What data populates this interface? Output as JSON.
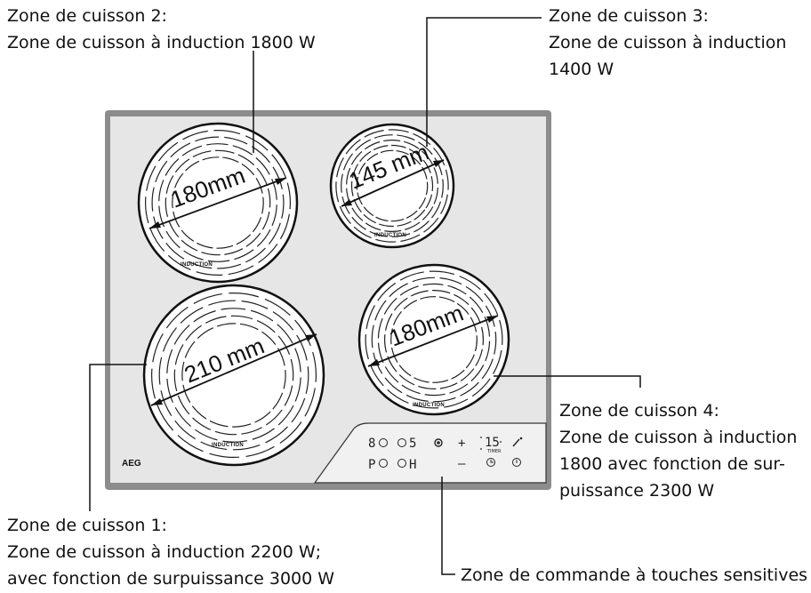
{
  "labels": {
    "zone2": [
      "Zone de cuisson 2:",
      "Zone de cuisson à induction 1800 W"
    ],
    "zone3": [
      "Zone de cuisson 3:",
      "Zone de cuisson à induction",
      "1400 W"
    ],
    "zone4": [
      "Zone de cuisson 4:",
      "Zone de cuisson à induction",
      "1800 avec fonction de sur-",
      "puissance 2300 W"
    ],
    "zone1": [
      "Zone de cuisson 1:",
      "Zone de cuisson à induction 2200 W;",
      "avec fonction de surpuissance 3000 W"
    ],
    "control": "Zone de commande à touches sensitives"
  },
  "zones": {
    "top_left": {
      "dimension": "180mm",
      "badge": "INDUCTION"
    },
    "top_right": {
      "dimension": "145 mm",
      "badge": "INDUCTION"
    },
    "bottom_left": {
      "dimension": "210 mm",
      "badge": "INDUCTION"
    },
    "bottom_right": {
      "dimension": "180mm",
      "badge": "INDUCTION"
    }
  },
  "brand": "AEG",
  "control_panel": {
    "row1": [
      "8",
      "5",
      "+",
      "15",
      "TIMER"
    ],
    "row2": [
      "P",
      "H",
      "–"
    ]
  },
  "colors": {
    "hob": "#e6e6e6",
    "frame": "#8a8a8a",
    "zone": "#ffffff",
    "line": "#111111"
  }
}
